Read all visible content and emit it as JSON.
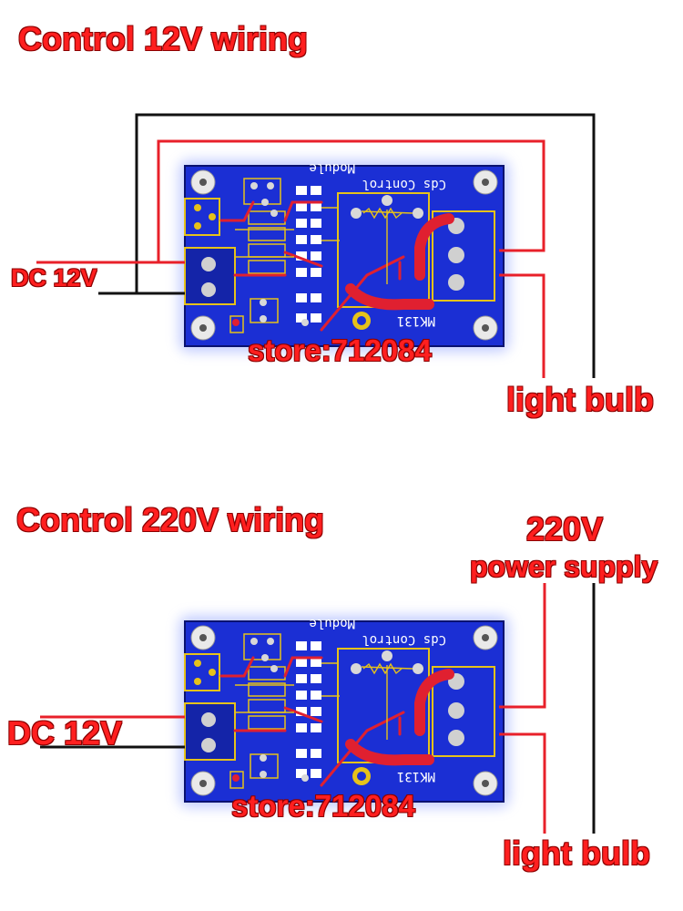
{
  "top": {
    "title": "Control 12V wiring",
    "dc_label": "DC 12V",
    "store_label": "store:712084",
    "bulb_label": "light bulb",
    "board": {
      "silk_module": "Module",
      "silk_cds": "Cds Control",
      "silk_model": "MK131"
    }
  },
  "bottom": {
    "title": "Control 220V wiring",
    "supply_label_1": "220V",
    "supply_label_2": "power supply",
    "dc_label": "DC 12V",
    "store_label": "store:712084",
    "bulb_label": "light bulb",
    "board": {
      "silk_module": "Module",
      "silk_cds": "Cds Control",
      "silk_model": "MK131"
    }
  },
  "colors": {
    "text_red": "#ff1f1f",
    "wire_red": "#e8202a",
    "wire_black": "#111111",
    "pcb_blue": "#1a2fd0",
    "copper": "#e6c21a",
    "trace_red": "#e02030"
  }
}
